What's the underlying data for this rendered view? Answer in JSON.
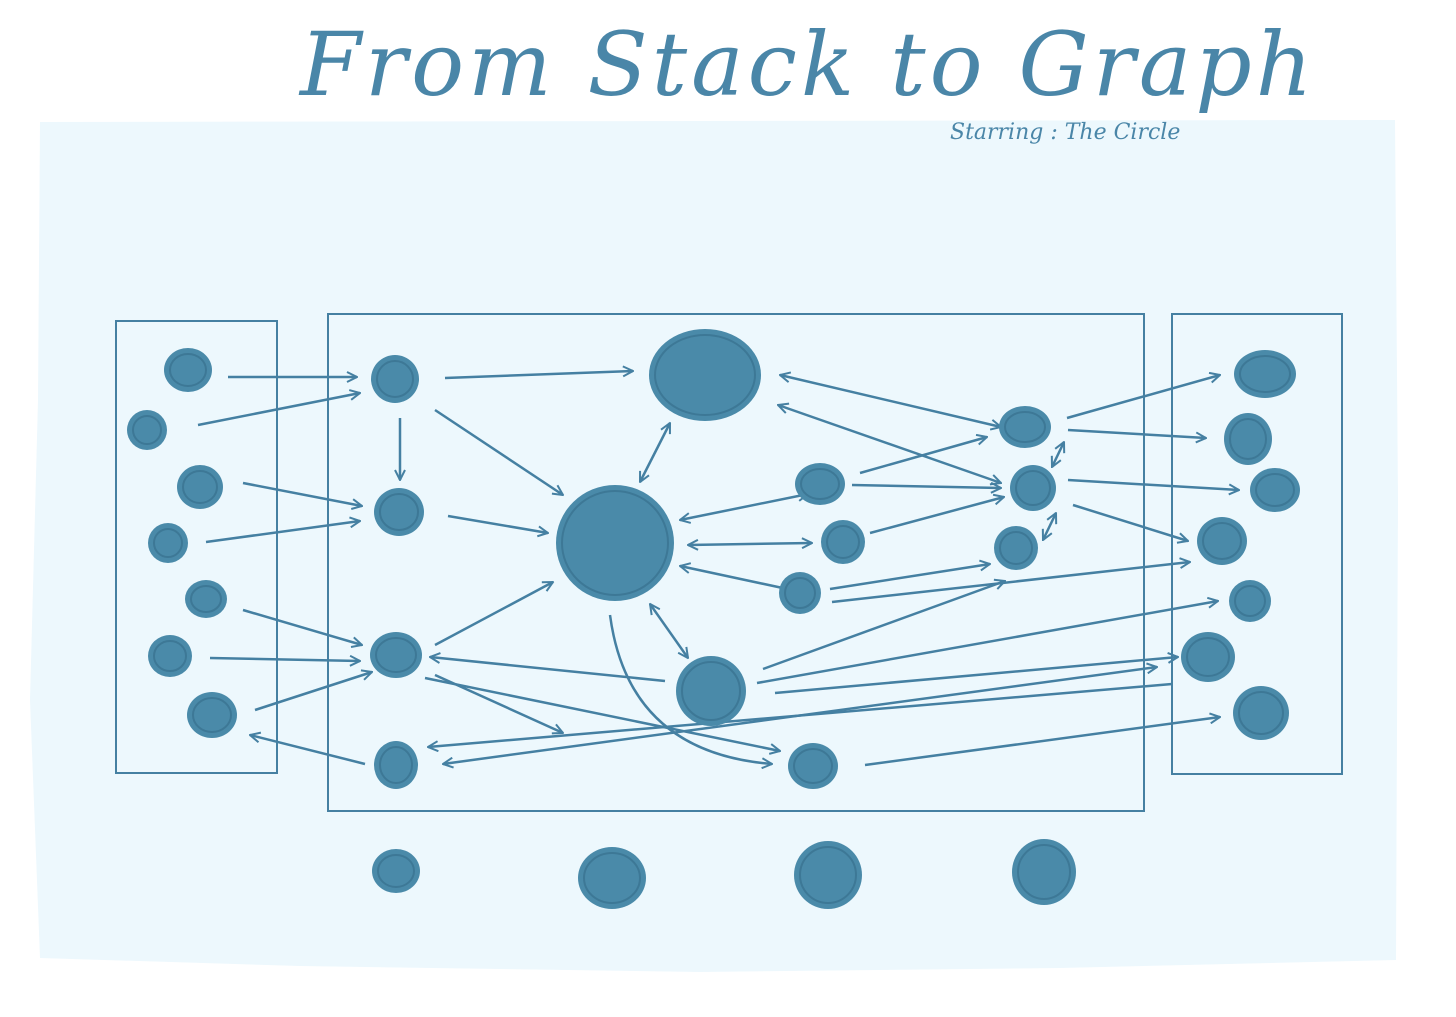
{
  "title": "From Stack to Graph",
  "subtitle": "Starring : The Circle",
  "colors": {
    "background": "#ffffff",
    "paper": "#edf8fd",
    "node_fill": "#4a8aa9",
    "node_rim": "#3d7896",
    "stroke": "#4580a2"
  },
  "icons": {
    "node": "circle"
  }
}
